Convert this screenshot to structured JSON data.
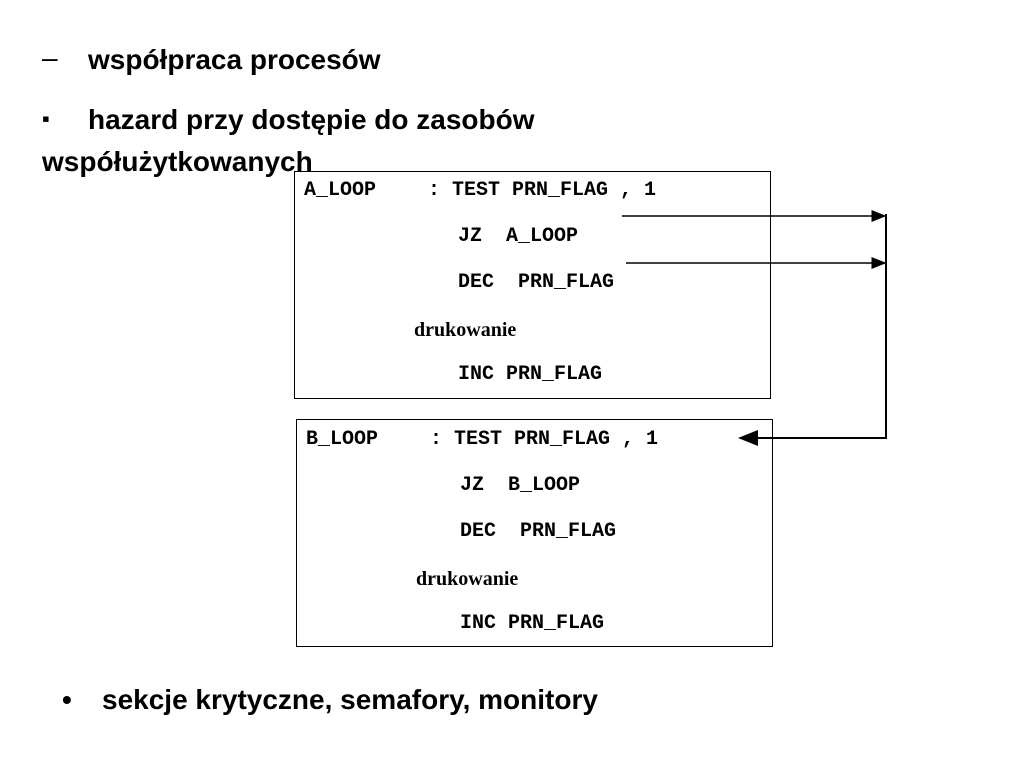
{
  "heading1": {
    "marker": "–",
    "text": "współpraca procesów"
  },
  "heading2": {
    "marker": "▪",
    "line1": "hazard przy dostępie do zasobów",
    "line2": "współużytkowanych"
  },
  "box_a": {
    "label": "A_LOOP",
    "line1": ": TEST PRN_FLAG , 1",
    "line2": "JZ  A_LOOP",
    "line3": "DEC  PRN_FLAG",
    "line4": "drukowanie",
    "line5": "INC PRN_FLAG"
  },
  "box_b": {
    "label": "B_LOOP",
    "line1": ": TEST PRN_FLAG , 1",
    "line2": "JZ  B_LOOP",
    "line3": "DEC  PRN_FLAG",
    "line4": "drukowanie",
    "line5": "INC PRN_FLAG"
  },
  "footer": {
    "marker": "•",
    "text": "sekcje krytyczne, semafory, monitory"
  }
}
